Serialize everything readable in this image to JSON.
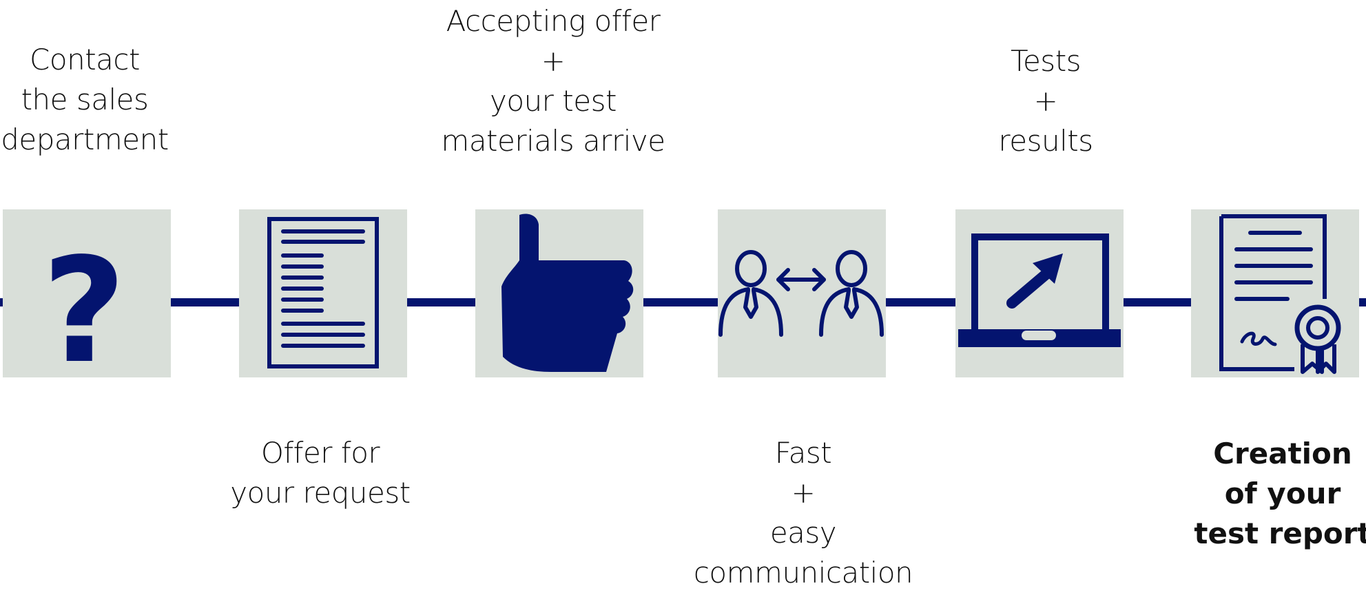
{
  "colors": {
    "accent": "#04146f",
    "box_background": "#d9dfd9",
    "text": "#111111",
    "background": "#ffffff"
  },
  "steps": [
    {
      "label": "Contact\nthe sales\ndepartment",
      "icon": "question-mark-icon",
      "caption_position": "above"
    },
    {
      "label": "Offer for\nyour request",
      "icon": "document-icon",
      "caption_position": "below"
    },
    {
      "label": "Accepting offer\n+\nyour test\nmaterials arrive",
      "icon": "thumbs-up-icon",
      "caption_position": "above"
    },
    {
      "label": "Fast\n+\neasy\ncommunication",
      "icon": "people-exchange-icon",
      "caption_position": "below"
    },
    {
      "label": "Tests\n+\nresults",
      "icon": "laptop-icon",
      "caption_position": "above"
    },
    {
      "label": "Creation\nof your\ntest report",
      "icon": "certificate-icon",
      "caption_position": "below",
      "emphasis": "bold"
    }
  ]
}
